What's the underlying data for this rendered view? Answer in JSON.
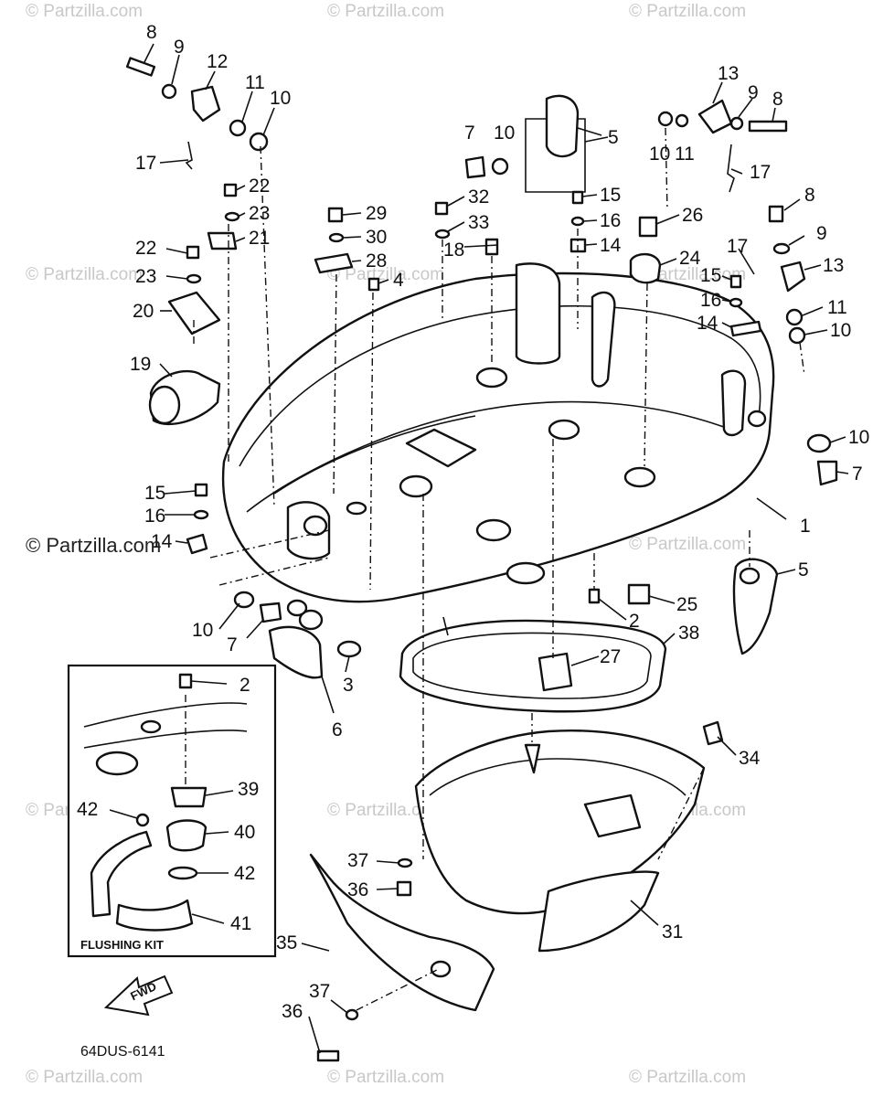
{
  "watermark": "© Partzilla.com",
  "copyright_overlay": "© Partzilla.com",
  "diagram_code": "64DUS-6141",
  "flushing_kit_label": "FLUSHING KIT",
  "fwd_label": "FWD",
  "callouts": {
    "c1": "1",
    "c2a": "2",
    "c2b": "2",
    "c3": "3",
    "c4": "4",
    "c5a": "5",
    "c5b": "5",
    "c6": "6",
    "c7a": "7",
    "c7b": "7",
    "c7c": "7",
    "c8a": "8",
    "c8b": "8",
    "c8c": "8",
    "c9a": "9",
    "c9b": "9",
    "c9c": "9",
    "c10a": "10",
    "c10b": "10",
    "c10c": "10",
    "c10d": "10",
    "c10e": "10",
    "c10f": "10",
    "c11a": "11",
    "c11b": "11",
    "c11c": "11",
    "c12": "12",
    "c13a": "13",
    "c13b": "13",
    "c14a": "14",
    "c14b": "14",
    "c14c": "14",
    "c15a": "15",
    "c15b": "15",
    "c15c": "15",
    "c16a": "16",
    "c16b": "16",
    "c16c": "16",
    "c17a": "17",
    "c17b": "17",
    "c17c": "17",
    "c18": "18",
    "c19": "19",
    "c20": "20",
    "c21": "21",
    "c22a": "22",
    "c22b": "22",
    "c23a": "23",
    "c23b": "23",
    "c24": "24",
    "c25": "25",
    "c26": "26",
    "c27": "27",
    "c28": "28",
    "c29": "29",
    "c30": "30",
    "c31": "31",
    "c32": "32",
    "c33": "33",
    "c34": "34",
    "c35": "35",
    "c36a": "36",
    "c36b": "36",
    "c37a": "37",
    "c37b": "37",
    "c38": "38",
    "c39": "39",
    "c40": "40",
    "c41": "41",
    "c42a": "42",
    "c42b": "42"
  }
}
